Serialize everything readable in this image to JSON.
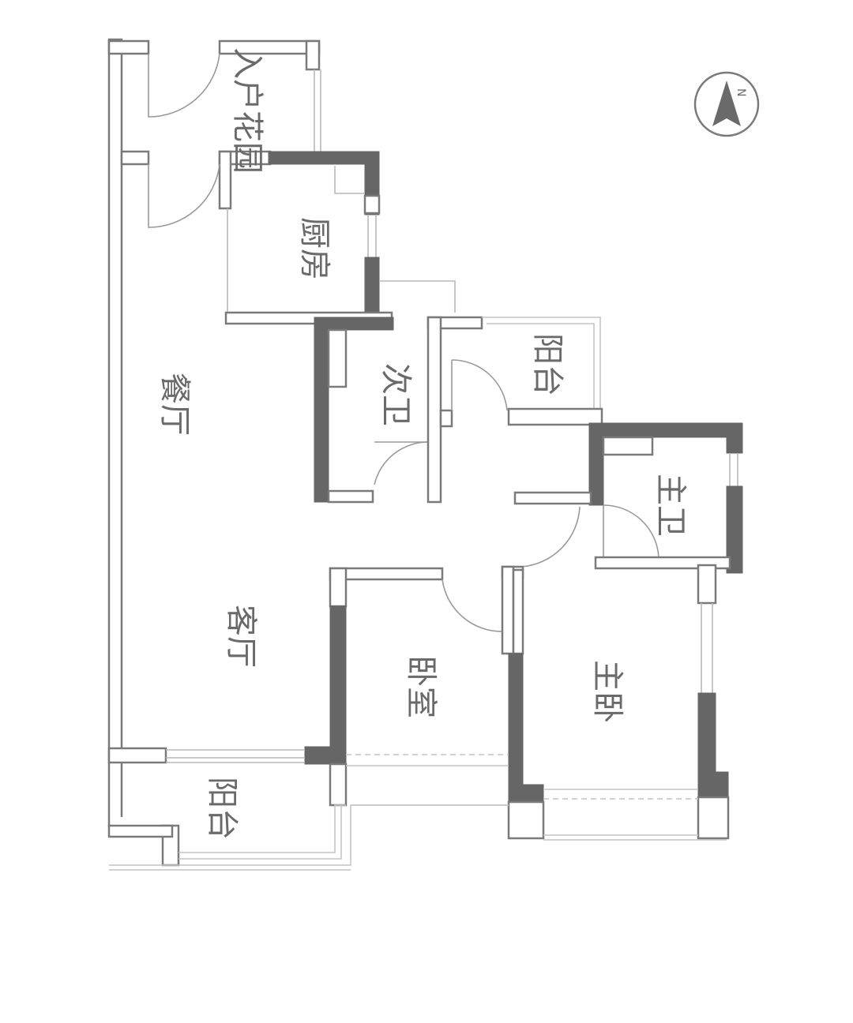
{
  "rooms": {
    "entry_garden": "入户花园",
    "kitchen": "厨房",
    "dining": "餐厅",
    "second_bath": "次卫",
    "balcony_small": "阳台",
    "master_bath": "主卫",
    "living": "客厅",
    "bedroom": "卧室",
    "master_bedroom": "主卧",
    "balcony_living": "阳台"
  },
  "compass": {
    "north_letter": "N"
  }
}
